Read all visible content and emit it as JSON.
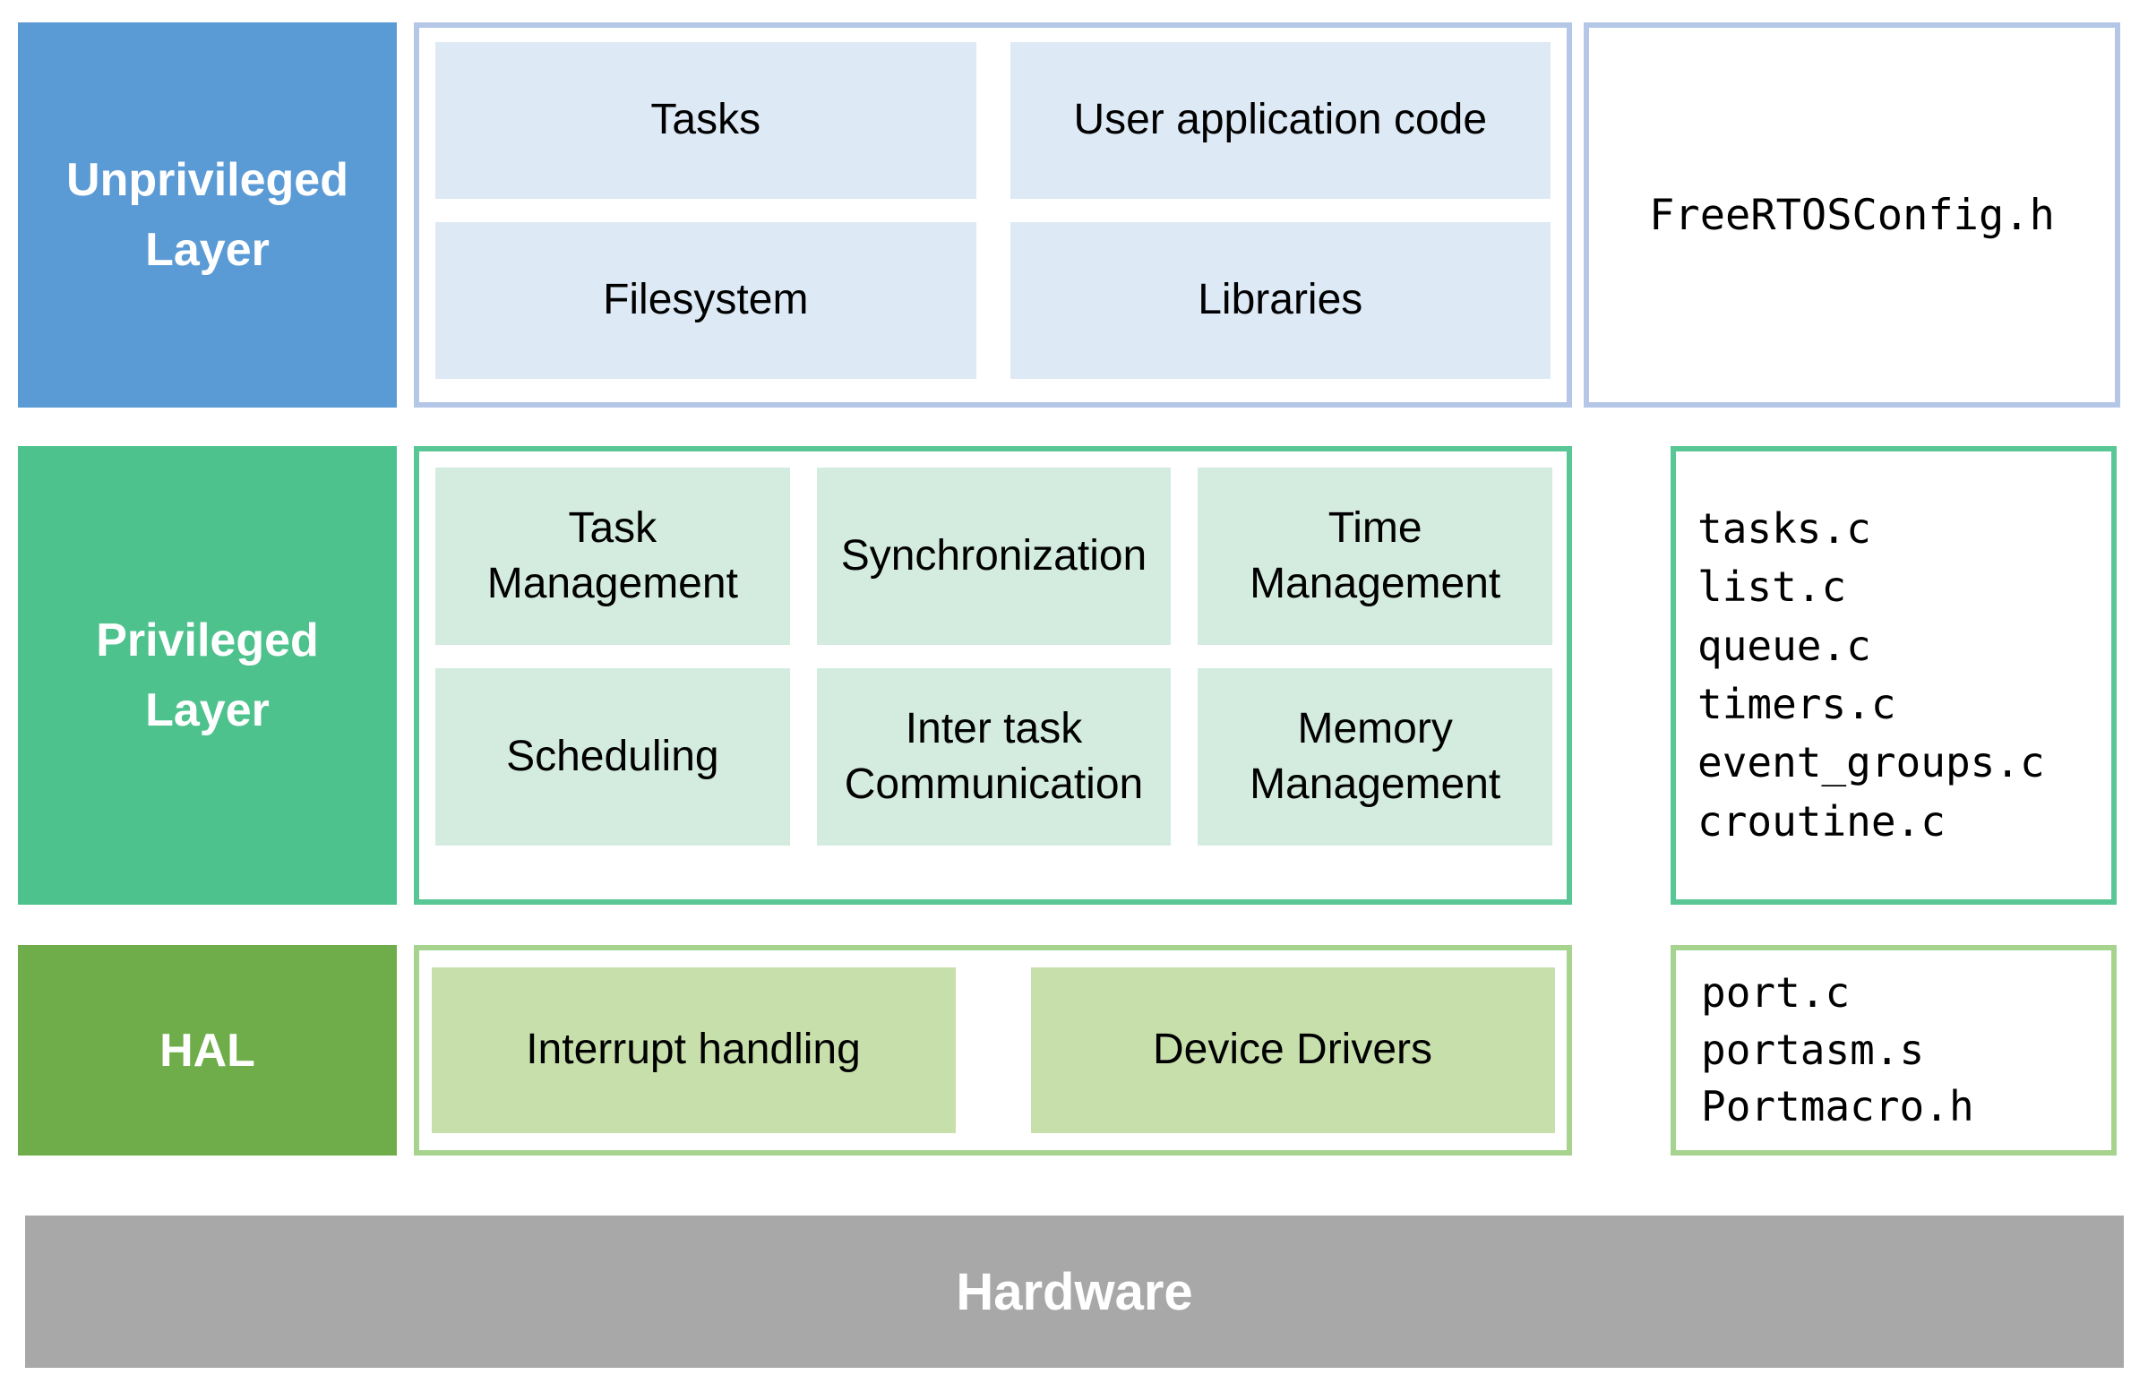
{
  "layers": {
    "unprivileged": {
      "label": "Unprivileged Layer",
      "modules": [
        "Tasks",
        "User application code",
        "Filesystem",
        "Libraries"
      ],
      "files": [
        "FreeRTOSConfig.h"
      ]
    },
    "privileged": {
      "label": "Privileged Layer",
      "modules": [
        "Task Management",
        "Synchronization",
        "Time Management",
        "Scheduling",
        "Inter task Communication",
        "Memory Management"
      ],
      "files": [
        "tasks.c",
        "list.c",
        "queue.c",
        "timers.c",
        "event_groups.c",
        "croutine.c"
      ]
    },
    "hal": {
      "label": "HAL",
      "modules": [
        "Interrupt handling",
        "Device Drivers"
      ],
      "files": [
        "port.c",
        "portasm.s",
        "Portmacro.h"
      ]
    },
    "hardware": {
      "label": "Hardware"
    }
  },
  "colors": {
    "unprivileged_fill": "#5b9bd5",
    "unprivileged_module_fill": "#dde9f5",
    "unprivileged_border": "#b4c7e7",
    "privileged_fill": "#4dc28d",
    "privileged_module_fill": "#d4ece0",
    "privileged_border": "#58c795",
    "hal_fill": "#6ead49",
    "hal_module_fill": "#c7e0ab",
    "hal_border": "#a6d48e",
    "hardware_fill": "#a8a8a8",
    "label_text": "#ffffff",
    "module_text": "#000000"
  }
}
